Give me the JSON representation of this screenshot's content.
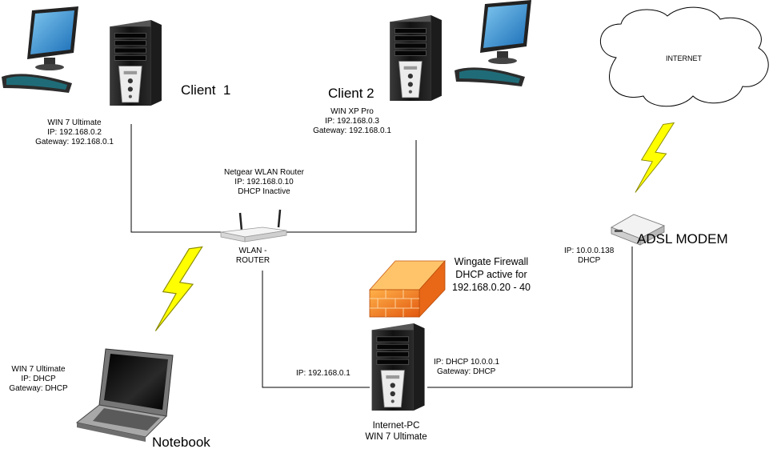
{
  "client1": {
    "title": "Client  1",
    "os": "WIN 7 Ultimate",
    "ip": "IP: 192.168.0.2",
    "gateway": "Gateway: 192.168.0.1"
  },
  "client2": {
    "title": "Client 2",
    "os": "WIN XP Pro",
    "ip": "IP: 192.168.0.3",
    "gateway": "Gateway: 192.168.0.1"
  },
  "router": {
    "name": "Netgear WLAN Router",
    "ip": "IP: 192.168.0.10",
    "dhcp": "DHCP Inactive",
    "label_line1": "WLAN -",
    "label_line2": "ROUTER"
  },
  "internet": {
    "label": "INTERNET"
  },
  "modem": {
    "title": "ADSL MODEM",
    "ip": "IP: 10.0.0.138",
    "dhcp": "DHCP"
  },
  "firewall": {
    "line1": "Wingate Firewall",
    "line2": "DHCP active for",
    "line3": "192.168.0.20 - 40"
  },
  "internet_pc": {
    "left_ip": "IP: 192.168.0.1",
    "right_ip": "IP: DHCP 10.0.0.1",
    "right_gateway": "Gateway: DHCP",
    "title": "Internet-PC",
    "os": "WIN 7 Ultimate"
  },
  "notebook": {
    "os": "WIN 7 Ultimate",
    "ip": "IP: DHCP",
    "gateway": "Gateway: DHCP",
    "title": "Notebook"
  },
  "colors": {
    "line": "#000000",
    "lightning": "#ffff00",
    "firewall": "#f07a20",
    "tower": "#1a1a1a"
  }
}
